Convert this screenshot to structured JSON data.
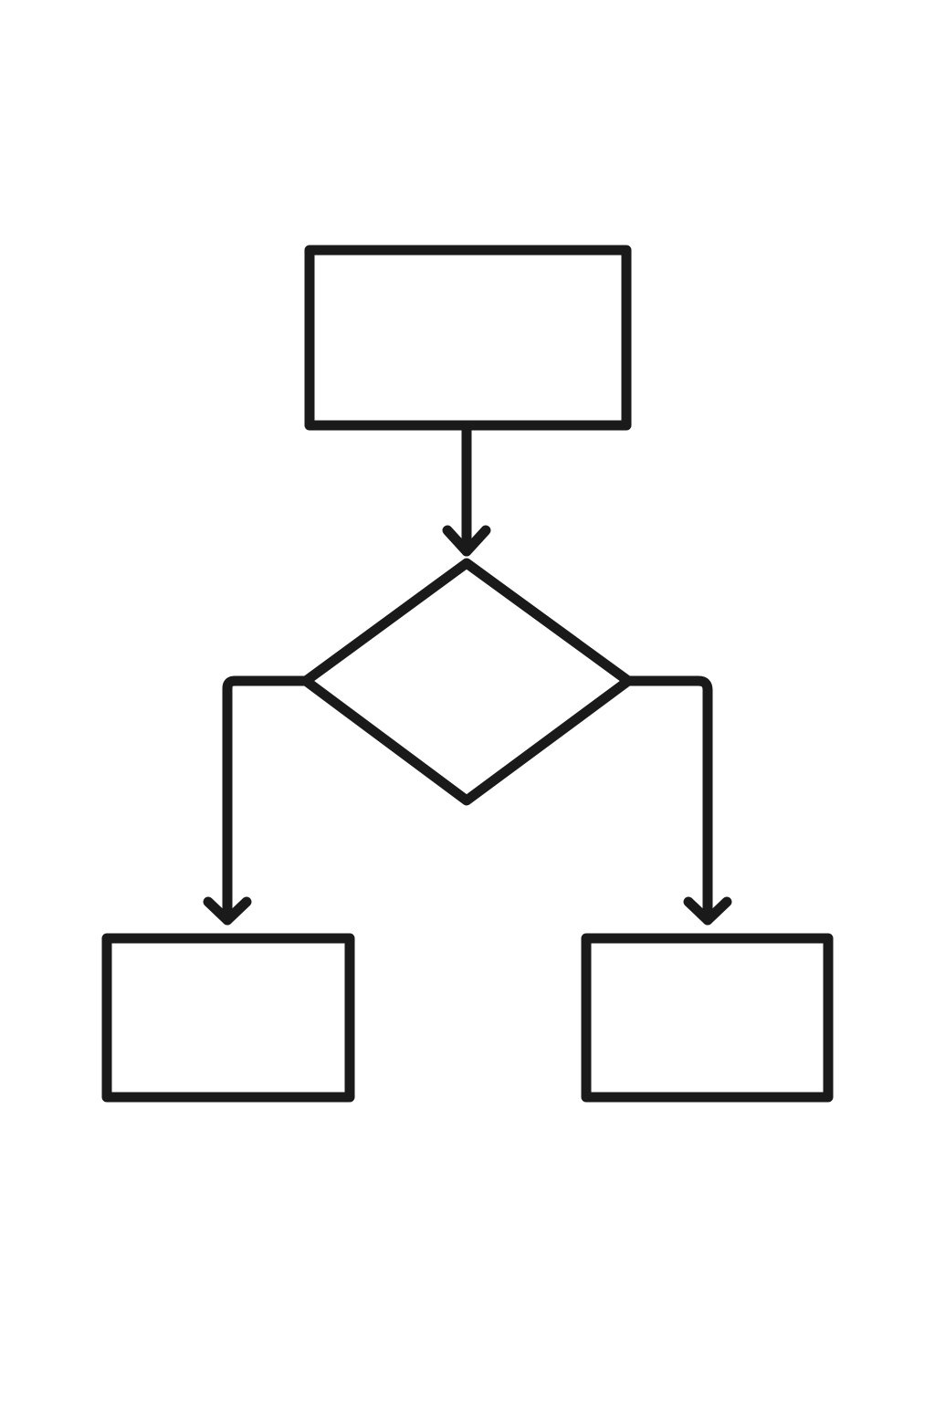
{
  "diagram": {
    "type": "flowchart",
    "stroke_color": "#1a1a1a",
    "background_color": "#ffffff",
    "nodes": [
      {
        "id": "top-process",
        "shape": "rectangle",
        "label": ""
      },
      {
        "id": "decision",
        "shape": "diamond",
        "label": ""
      },
      {
        "id": "left-process",
        "shape": "rectangle",
        "label": ""
      },
      {
        "id": "right-process",
        "shape": "rectangle",
        "label": ""
      }
    ],
    "edges": [
      {
        "from": "top-process",
        "to": "decision",
        "label": ""
      },
      {
        "from": "decision",
        "to": "left-process",
        "label": ""
      },
      {
        "from": "decision",
        "to": "right-process",
        "label": ""
      }
    ]
  }
}
